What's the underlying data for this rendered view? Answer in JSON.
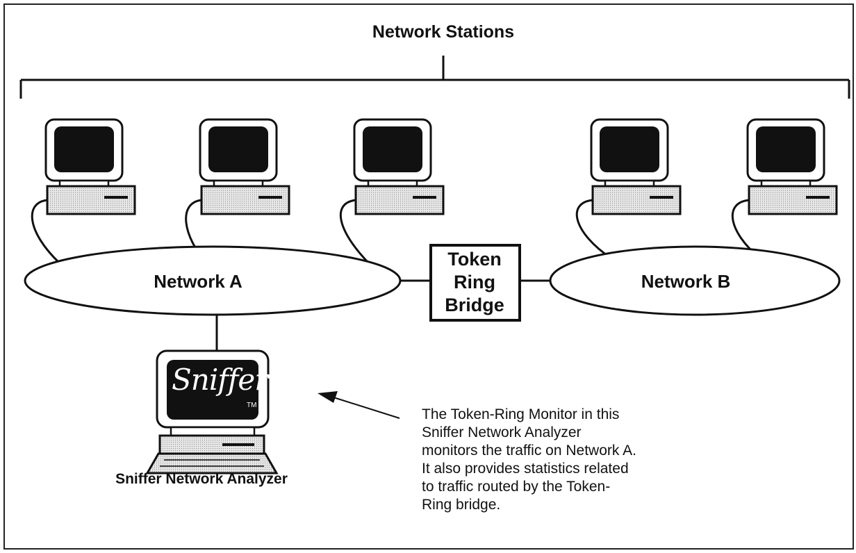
{
  "title": "Network Stations",
  "networks": {
    "a_label": "Network A",
    "b_label": "Network B"
  },
  "bridge": {
    "line1": "Token",
    "line2": "Ring",
    "line3": "Bridge"
  },
  "analyzer": {
    "logo_text": "Sniffer",
    "trademark": "TM",
    "caption": "Sniffer Network Analyzer"
  },
  "note": {
    "lines": [
      "The Token-Ring Monitor in this",
      "Sniffer Network Analyzer",
      "monitors the traffic on Network A.",
      "It also provides statistics related",
      "to traffic routed by the Token-",
      "Ring bridge."
    ]
  },
  "stations": [
    {
      "network": "Network A"
    },
    {
      "network": "Network A"
    },
    {
      "network": "Network A"
    },
    {
      "network": "Network B"
    },
    {
      "network": "Network B"
    }
  ]
}
